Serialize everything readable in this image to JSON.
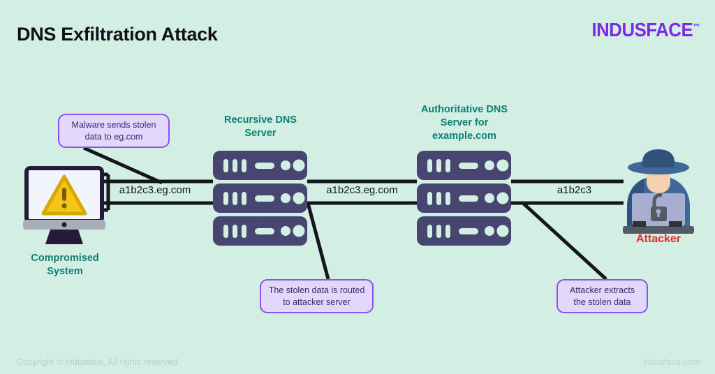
{
  "header": {
    "title": "DNS Exfiltration Attack",
    "logo_text": "INDUSFACE",
    "logo_tm": "™"
  },
  "colors": {
    "background": "#d3efe3",
    "title": "#0f0f17",
    "logo_purple": "#7d2ae8",
    "node_label_teal": "#0c8074",
    "attacker_red": "#f01f28",
    "server_body": "#474672",
    "callout_fill": "#e2d8fb",
    "callout_border": "#8c52f0",
    "callout_text": "#3c2a78",
    "line_black": "#15151c",
    "warning_yellow": "#f5c518",
    "footer_text": "#b2d6c6"
  },
  "nodes": [
    {
      "id": "compromised-system",
      "icon": "monitor-warning-icon",
      "label_line1": "Compromised",
      "label_line2": "System"
    },
    {
      "id": "recursive-dns-server",
      "icon": "server-rack-icon",
      "label_line1": "Recursive DNS",
      "label_line2": "Server"
    },
    {
      "id": "authoritative-dns-server",
      "icon": "server-rack-icon",
      "label_line1": "Authoritative DNS",
      "label_line2": "Server for",
      "label_line3": "example.com"
    },
    {
      "id": "attacker",
      "icon": "hacker-laptop-icon",
      "label": "Attacker"
    }
  ],
  "links": [
    {
      "id": "link-1",
      "label": "a1b2c3.eg.com"
    },
    {
      "id": "link-2",
      "label": "a1b2c3.eg.com"
    },
    {
      "id": "link-3",
      "label": "a1b2c3"
    }
  ],
  "callouts": [
    {
      "id": "callout-malware",
      "line1": "Malware sends stolen",
      "line2": "data to eg.com"
    },
    {
      "id": "callout-routed",
      "line1": "The stolen data is routed",
      "line2": "to attacker server"
    },
    {
      "id": "callout-extract",
      "line1": "Attacker extracts",
      "line2": "the stolen data"
    }
  ],
  "footer": {
    "copyright": "Copyright © Indusface, All rights reserved.",
    "website": "indusface.com"
  }
}
